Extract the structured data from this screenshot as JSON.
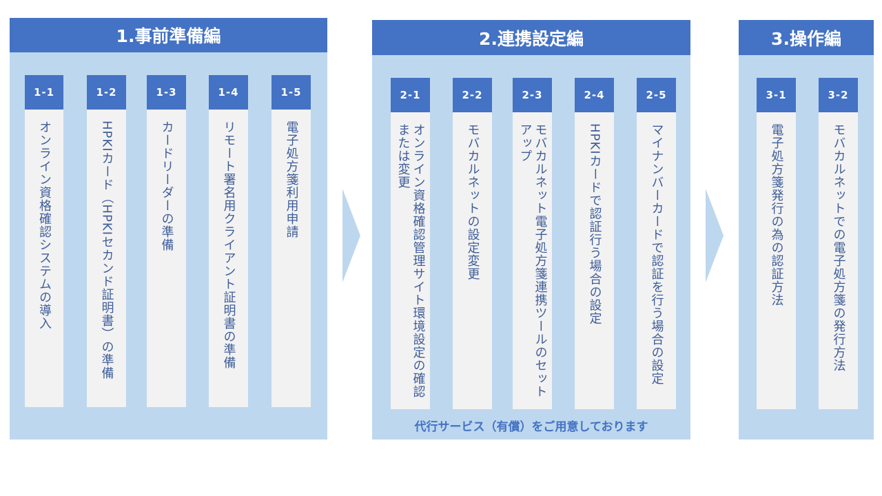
{
  "colors": {
    "header": "#4472c4",
    "panel": "#bdd7ee",
    "card": "#f2f2f2",
    "text": "#3e5d99",
    "arrow": "#bdd7ee"
  },
  "phases": [
    {
      "title": "1.事前準備編",
      "steps": [
        {
          "code": "1-1",
          "text": "オンライン資格確認システムの導入"
        },
        {
          "code": "1-2",
          "text": "HPKIカード（HPKIセカンド証明書）の準備"
        },
        {
          "code": "1-3",
          "text": "カードリーダーの準備"
        },
        {
          "code": "1-4",
          "text": "リモート署名用クライアント証明書の準備"
        },
        {
          "code": "1-5",
          "text": "電子処方箋利用申請"
        }
      ]
    },
    {
      "title": "2.連携設定編",
      "note": "代行サービス（有償）をご用意しております",
      "steps": [
        {
          "code": "2-1",
          "text": "オンライン資格確認管理サイト環境設定の確認または変更"
        },
        {
          "code": "2-2",
          "text": "モバカルネットの設定変更"
        },
        {
          "code": "2-3",
          "text": "モバカルネット電子処方箋連携ツールのセットアップ"
        },
        {
          "code": "2-4",
          "text": "HPKIカードで認証行う場合の設定"
        },
        {
          "code": "2-5",
          "text": "マイナンバーカードで認証を行う場合の設定"
        }
      ]
    },
    {
      "title": "3.操作編",
      "steps": [
        {
          "code": "3-1",
          "text": "電子処方箋発行の為の認証方法"
        },
        {
          "code": "3-2",
          "text": "モバカルネットでの電子処方箋の発行方法"
        }
      ]
    }
  ]
}
